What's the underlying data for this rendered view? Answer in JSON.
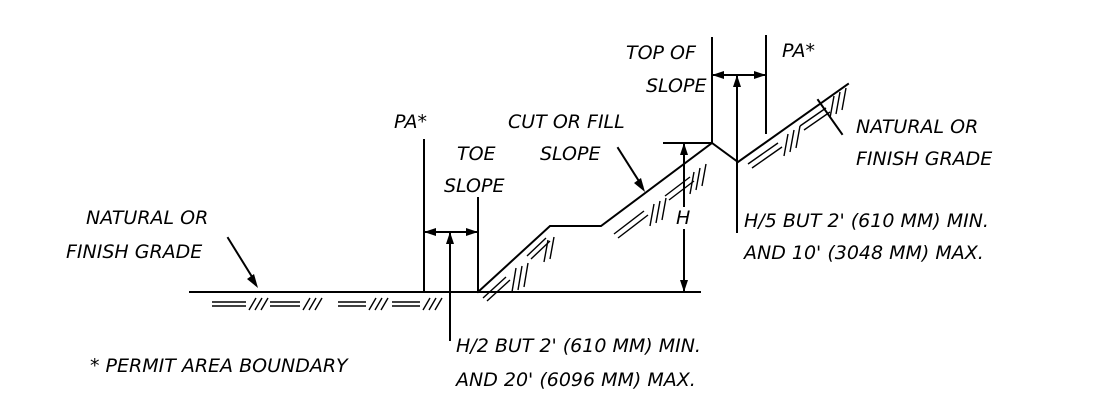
{
  "colors": {
    "ink": "#000000",
    "background": "#ffffff"
  },
  "labels": {
    "top_of_slope_line1": "TOP OF",
    "top_of_slope_line2": "SLOPE",
    "pa_right": "PA*",
    "pa_left": "PA*",
    "cut_fill_line1": "CUT OR FILL",
    "cut_fill_line2": "SLOPE",
    "toe_slope_line1": "TOE",
    "toe_slope_line2": "SLOPE",
    "natural_right_line1": "NATURAL OR",
    "natural_right_line2": "FINISH GRADE",
    "natural_left_line1": "NATURAL OR",
    "natural_left_line2": "FINISH GRADE",
    "height": "H",
    "setback_top_line1": "H/5 BUT 2' (610 MM) MIN.",
    "setback_top_line2": "AND 10' (3048 MM) MAX.",
    "setback_toe_line1": "H/2 BUT 2' (610 MM) MIN.",
    "setback_toe_line2": "AND 20' (6096 MM) MAX.",
    "footnote": "* PERMIT AREA BOUNDARY"
  }
}
